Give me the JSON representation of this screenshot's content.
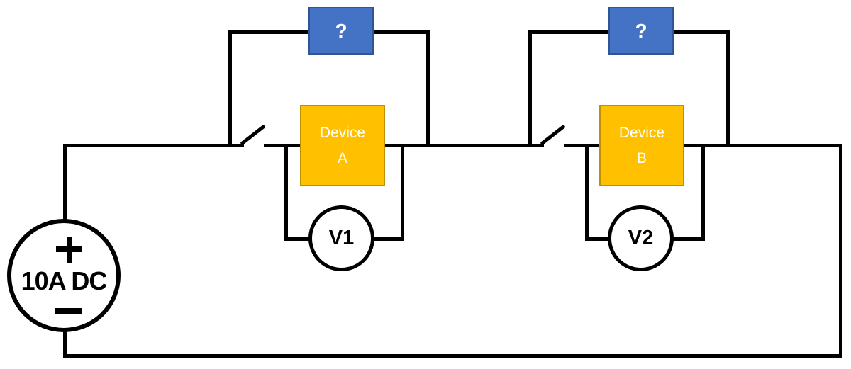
{
  "diagram_type": "circuit-schematic",
  "colors": {
    "wire": "#000000",
    "background": "#FFFFFF",
    "unknown_fill": "#4472C4",
    "unknown_border": "#2F5597",
    "device_fill": "#FFC000",
    "device_border": "#BF9000",
    "meter_stroke": "#000000"
  },
  "source": {
    "label": "10A DC",
    "plus_icon": "plus-icon",
    "minus_icon": "minus-icon"
  },
  "unknown_components": [
    {
      "label": "?"
    },
    {
      "label": "?"
    }
  ],
  "devices": [
    {
      "line1": "Device",
      "line2": "A"
    },
    {
      "line1": "Device",
      "line2": "B"
    }
  ],
  "voltmeters": [
    {
      "label": "V1"
    },
    {
      "label": "V2"
    }
  ],
  "switches": [
    {
      "state": "open"
    },
    {
      "state": "open"
    }
  ]
}
